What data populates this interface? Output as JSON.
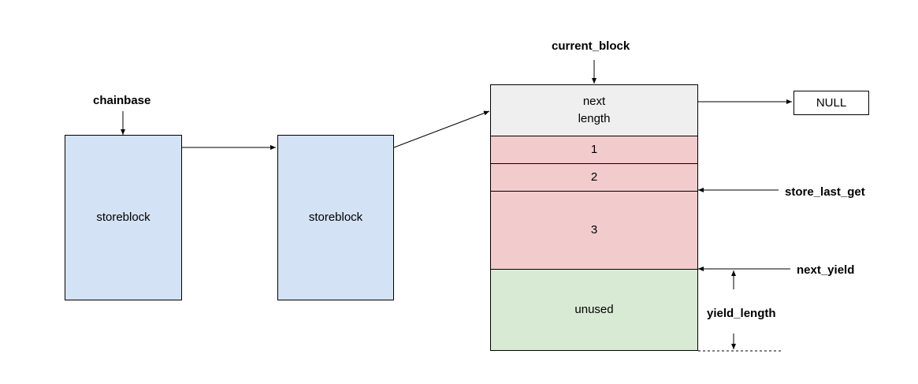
{
  "labels": {
    "chainbase": "chainbase",
    "current_block": "current_block",
    "store_last_get": "store_last_get",
    "next_yield": "next_yield",
    "yield_length": "yield_length"
  },
  "blocks": {
    "first": "storeblock",
    "second": "storeblock"
  },
  "current_block": {
    "header_line1": "next",
    "header_line2": "length",
    "seg1": "1",
    "seg2": "2",
    "seg3": "3",
    "unused": "unused"
  },
  "null_box": "NULL",
  "colors": {
    "storeblock_fill": "#d3e2f4",
    "header_fill": "#efefef",
    "used_fill": "#f2cccd",
    "unused_fill": "#d9ead4",
    "stroke": "#000000"
  }
}
